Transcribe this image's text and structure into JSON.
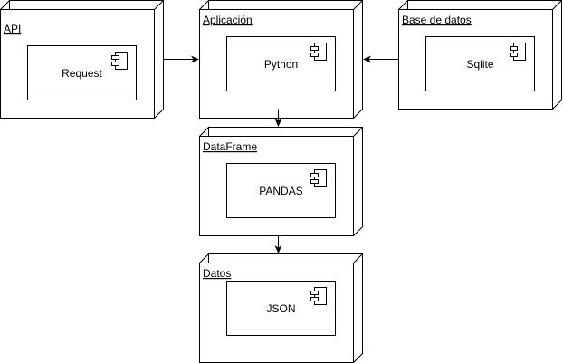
{
  "nodes": {
    "api": {
      "title": "API",
      "component": "Request"
    },
    "aplicacion": {
      "title": "Aplicación",
      "component": "Python"
    },
    "base_de_datos": {
      "title": "Base de datos",
      "component": "Sqlite"
    },
    "dataframe": {
      "title": "DataFrame",
      "component": "PANDAS"
    },
    "datos": {
      "title": "Datos",
      "component": "JSON"
    }
  },
  "edges": [
    {
      "from": "api",
      "to": "aplicacion"
    },
    {
      "from": "base_de_datos",
      "to": "aplicacion"
    },
    {
      "from": "aplicacion",
      "to": "dataframe"
    },
    {
      "from": "dataframe",
      "to": "datos"
    }
  ],
  "colors": {
    "stroke": "#000000",
    "fill": "#ffffff"
  },
  "icons": {
    "component": "uml-component-icon"
  }
}
